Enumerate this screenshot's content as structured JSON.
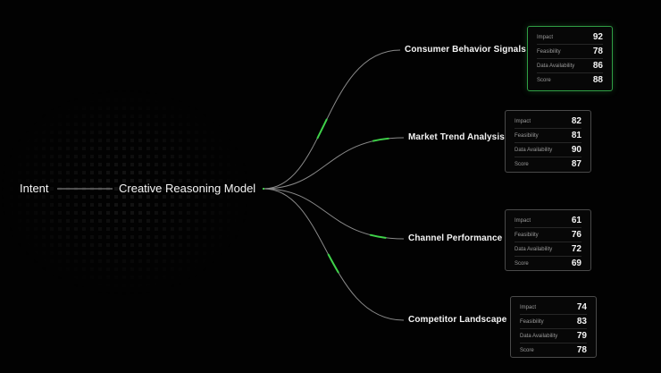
{
  "intent": "Intent",
  "model": "Creative Reasoning Model",
  "accent": "#3fd24a",
  "branches": [
    {
      "label": "Consumer Behavior Signals",
      "highlighted": true,
      "metrics": [
        {
          "key": "Impact",
          "value": "92"
        },
        {
          "key": "Feasibility",
          "value": "78"
        },
        {
          "key": "Data Availability",
          "value": "86"
        },
        {
          "key": "Score",
          "value": "88"
        }
      ]
    },
    {
      "label": "Market Trend Analysis",
      "highlighted": false,
      "metrics": [
        {
          "key": "Impact",
          "value": "82"
        },
        {
          "key": "Feasibility",
          "value": "81"
        },
        {
          "key": "Data Availability",
          "value": "90"
        },
        {
          "key": "Score",
          "value": "87"
        }
      ]
    },
    {
      "label": "Channel Performance",
      "highlighted": false,
      "metrics": [
        {
          "key": "Impact",
          "value": "61"
        },
        {
          "key": "Feasibility",
          "value": "76"
        },
        {
          "key": "Data Availability",
          "value": "72"
        },
        {
          "key": "Score",
          "value": "69"
        }
      ]
    },
    {
      "label": "Competitor Landscape",
      "highlighted": false,
      "metrics": [
        {
          "key": "Impact",
          "value": "74"
        },
        {
          "key": "Feasibility",
          "value": "83"
        },
        {
          "key": "Data Availability",
          "value": "79"
        },
        {
          "key": "Score",
          "value": "78"
        }
      ]
    }
  ]
}
